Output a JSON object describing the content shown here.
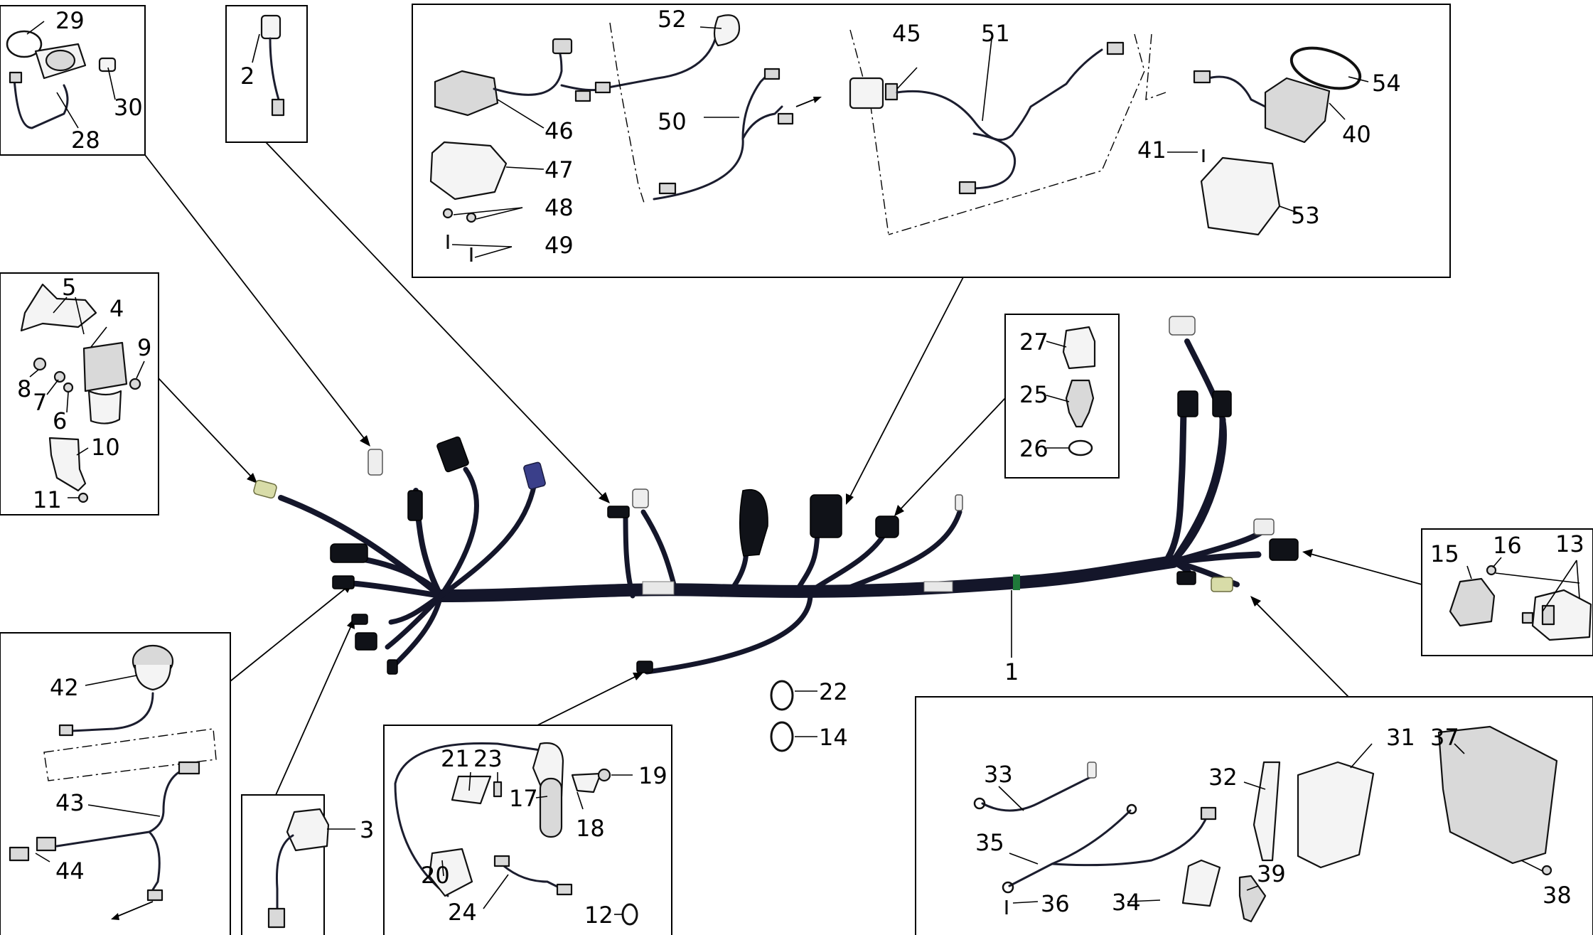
{
  "callouts": {
    "n1": "1",
    "n2": "2",
    "n3": "3",
    "n4": "4",
    "n5": "5",
    "n6": "6",
    "n7": "7",
    "n8": "8",
    "n9": "9",
    "n10": "10",
    "n11": "11",
    "n12": "12",
    "n13": "13",
    "n14": "14",
    "n15": "15",
    "n16": "16",
    "n17": "17",
    "n18": "18",
    "n19": "19",
    "n20": "20",
    "n21": "21",
    "n22": "22",
    "n23": "23",
    "n24": "24",
    "n25": "25",
    "n26": "26",
    "n27": "27",
    "n28": "28",
    "n29": "29",
    "n30": "30",
    "n31": "31",
    "n32": "32",
    "n33": "33",
    "n34": "34",
    "n35": "35",
    "n36": "36",
    "n37": "37",
    "n38": "38",
    "n39": "39",
    "n40": "40",
    "n41": "41",
    "n42": "42",
    "n43": "43",
    "n44": "44",
    "n45": "45",
    "n46": "46",
    "n47": "47",
    "n48": "48",
    "n49": "49",
    "n50": "50",
    "n51": "51",
    "n52": "52",
    "n53": "53",
    "n54": "54"
  },
  "colors": {
    "wire": "#14162a",
    "connector_black": "#101218",
    "connector_blue": "#3a3f8a",
    "connector_white": "#eeeeee",
    "connector_yellow": "#d8dca8",
    "green_band": "#1f7a3a"
  }
}
